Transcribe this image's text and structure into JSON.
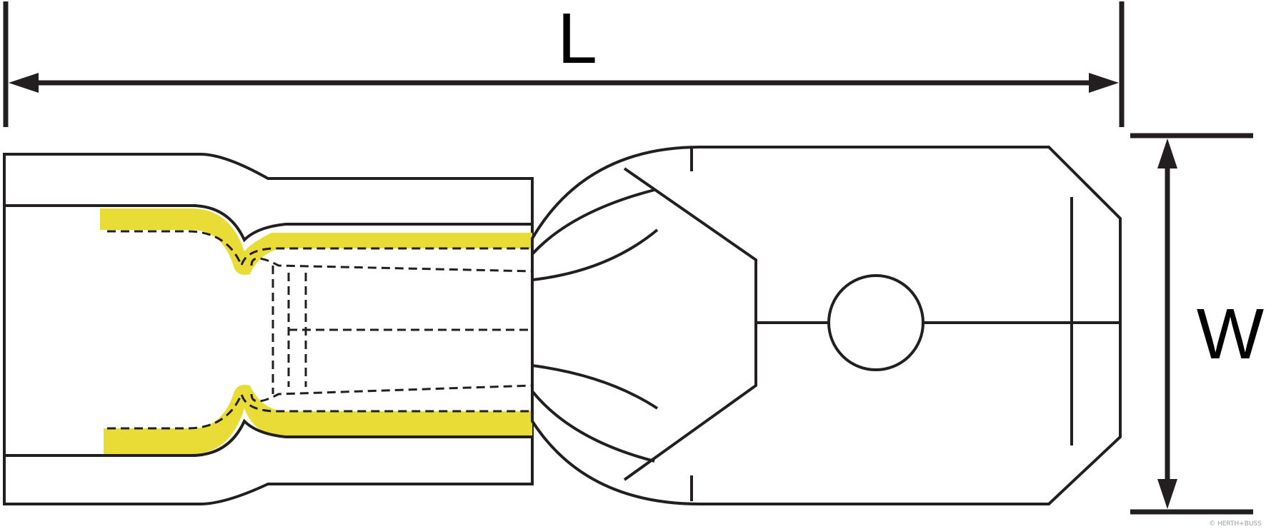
{
  "dimensions": {
    "length_label": "L",
    "width_label": "W"
  },
  "watermark": "© HERTH+BUSS",
  "colors": {
    "line": "#231f20",
    "insulation_yellow": "#e9dc37",
    "background": "#ffffff"
  }
}
